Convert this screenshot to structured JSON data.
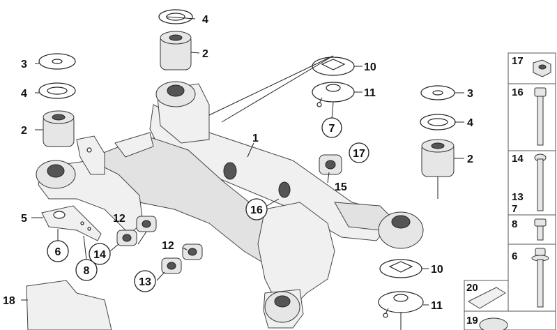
{
  "callouts": {
    "c1": "1",
    "c2_left": "2",
    "c2_top": "2",
    "c2_right": "2",
    "c3_left": "3",
    "c3_right": "3",
    "c4_top": "4",
    "c4_left": "4",
    "c4_right": "4",
    "c5": "5",
    "c6_left": "6",
    "c7_mid": "7",
    "c8_left": "8",
    "c10_top": "10",
    "c10_bottom": "10",
    "c11_top": "11",
    "c11_bottom": "11",
    "c12_upper": "12",
    "c12_lower": "12",
    "c13": "13",
    "c14": "14",
    "c15": "15",
    "c16": "16",
    "c17": "17",
    "c18": "18"
  },
  "side_panel": {
    "items": [
      {
        "label": "17"
      },
      {
        "label": "16"
      },
      {
        "label": "14"
      },
      {
        "label": "13"
      },
      {
        "label": "7"
      },
      {
        "label": "8"
      },
      {
        "label": "6"
      },
      {
        "label": "20"
      },
      {
        "label": "19"
      }
    ]
  }
}
